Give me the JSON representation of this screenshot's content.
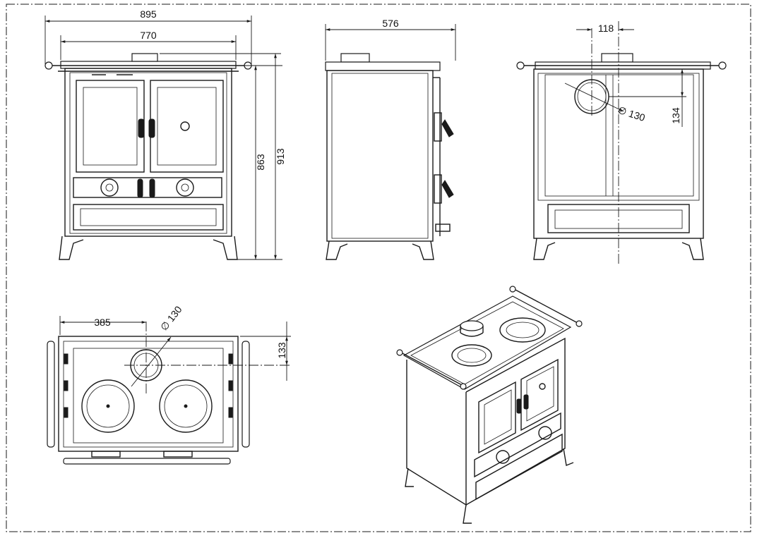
{
  "drawing": {
    "front_view": {
      "width_overall": "895",
      "width_body": "770",
      "height_body": "863",
      "height_overall": "913"
    },
    "side_view": {
      "depth": "576"
    },
    "rear_view": {
      "flue_offset": "118",
      "flue_diameter": "∅ 130",
      "flue_height": "134"
    },
    "top_view": {
      "flue_offset": "385",
      "flue_diameter": "∅ 130",
      "flue_depth": "133"
    }
  }
}
